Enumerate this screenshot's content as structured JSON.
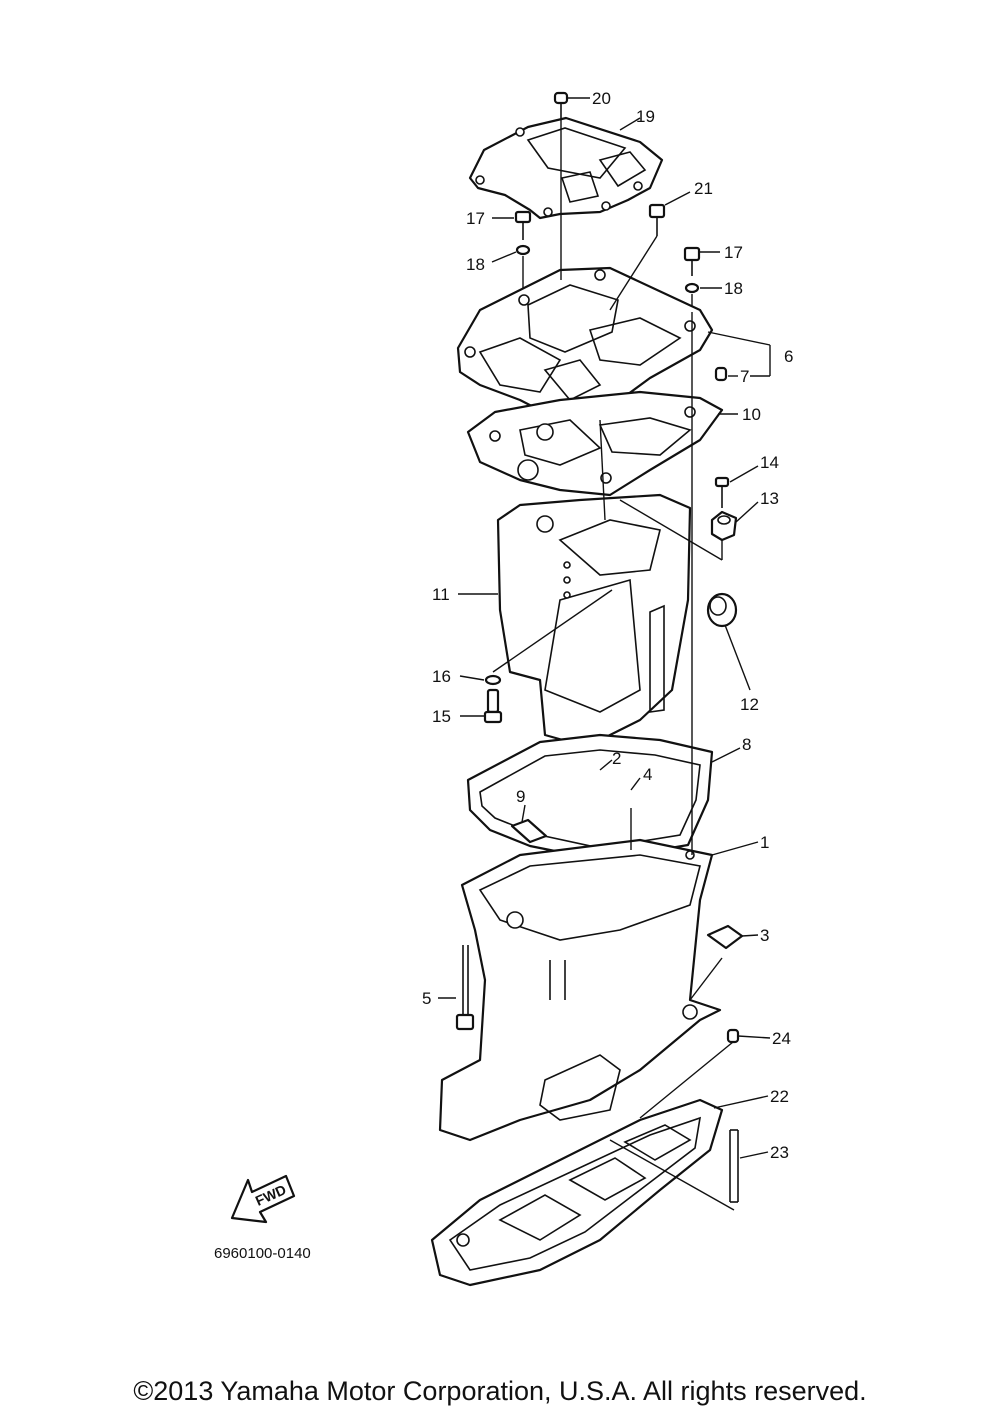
{
  "diagram": {
    "callouts": {
      "c1": "1",
      "c2": "2",
      "c3": "3",
      "c4": "4",
      "c5": "5",
      "c6": "6",
      "c7": "7",
      "c8": "8",
      "c9": "9",
      "c10": "10",
      "c11": "11",
      "c12": "12",
      "c13": "13",
      "c14": "14",
      "c15": "15",
      "c16": "16",
      "c17a": "17",
      "c17b": "17",
      "c18a": "18",
      "c18b": "18",
      "c19": "19",
      "c20": "20",
      "c21": "21",
      "c22": "22",
      "c23": "23",
      "c24": "24"
    },
    "fwd_label": "FWD",
    "reference_code": "6960100-0140"
  },
  "footer": {
    "copyright": "©2013 Yamaha Motor Corporation, U.S.A. All rights reserved."
  }
}
